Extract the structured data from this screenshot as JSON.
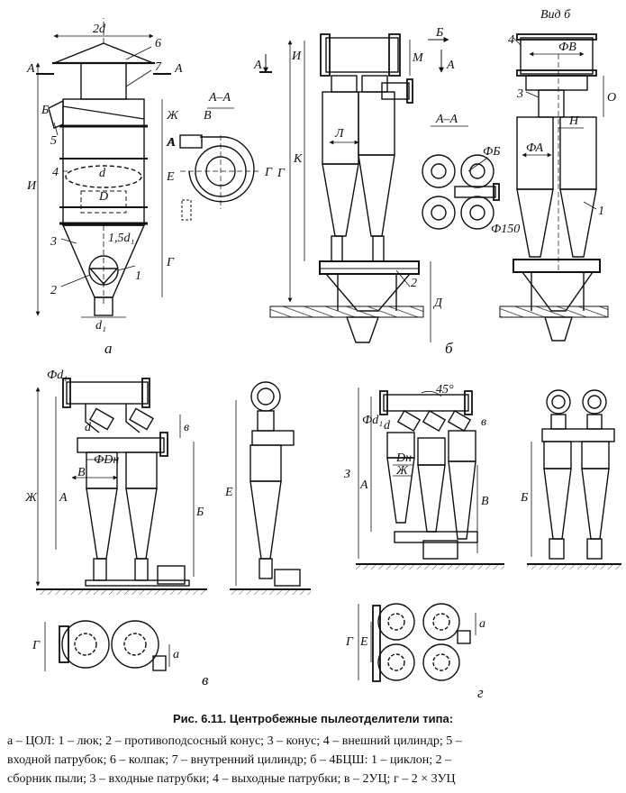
{
  "figure": {
    "title": "Рис. 6.11. Центробежные пылеотделители типа:",
    "legend": [
      "а – ЦОЛ: 1 – люк; 2 – противоподсосный конус; 3 – конус; 4 – внешний цилиндр; 5 –",
      "входной патрубок; 6 – колпак; 7 – внутренний цилиндр; б – 4БЦШ: 1 – циклон; 2 –",
      "сборник пыли; 3 – входные патрубки; 4 – выходные патрубки; в – 2УЦ; г – 2 × 3УЦ"
    ]
  },
  "panel_a": {
    "label": "а",
    "dims": {
      "two_d": "2d",
      "I": "И",
      "B": "Б",
      "ZH": "Ж",
      "E": "Е",
      "G": "Г",
      "A": "А",
      "d": "d",
      "D": "D",
      "d1": "d₁",
      "five_d1": "1,5d₁",
      "section": "А"
    },
    "parts": {
      "p1": "1",
      "p2": "2",
      "p3": "3",
      "p4": "4",
      "p5": "5",
      "p6": "6",
      "p7": "7"
    },
    "section_view": {
      "title": "А–А",
      "B": "В",
      "A": "А",
      "G": "Г"
    }
  },
  "panel_b": {
    "label": "б",
    "dims": {
      "B_arrow": "Б",
      "A": "А",
      "I": "И",
      "M": "М",
      "K": "К",
      "L": "Л",
      "G": "Г",
      "D": "Д"
    },
    "parts": {
      "p2": "2"
    },
    "section_view": {
      "title": "А–А",
      "phiB": "ФБ"
    },
    "side_view": {
      "title": "Вид б",
      "phiV": "ФВ",
      "O": "О",
      "N": "Н",
      "phiA": "ФА",
      "phi150": "Ф150",
      "p1": "1",
      "p3": "3",
      "p4": "4"
    }
  },
  "panel_v": {
    "label": "в",
    "dims": {
      "phi_d1": "Фd₁",
      "d": "d",
      "v": "в",
      "phiDn": "ФDн",
      "V": "В",
      "ZH": "Ж",
      "A": "А",
      "B": "Б",
      "E": "Е",
      "G": "Г",
      "a": "а"
    }
  },
  "panel_g": {
    "label": "г",
    "dims": {
      "angle": "45°",
      "phi_d1": "Фd₁",
      "d": "d",
      "v": "в",
      "Dn": "Dн",
      "ZH": "Ж",
      "Z": "З",
      "A": "А",
      "V": "В",
      "B": "Б",
      "G": "Г",
      "E": "Е",
      "a": "а"
    }
  }
}
